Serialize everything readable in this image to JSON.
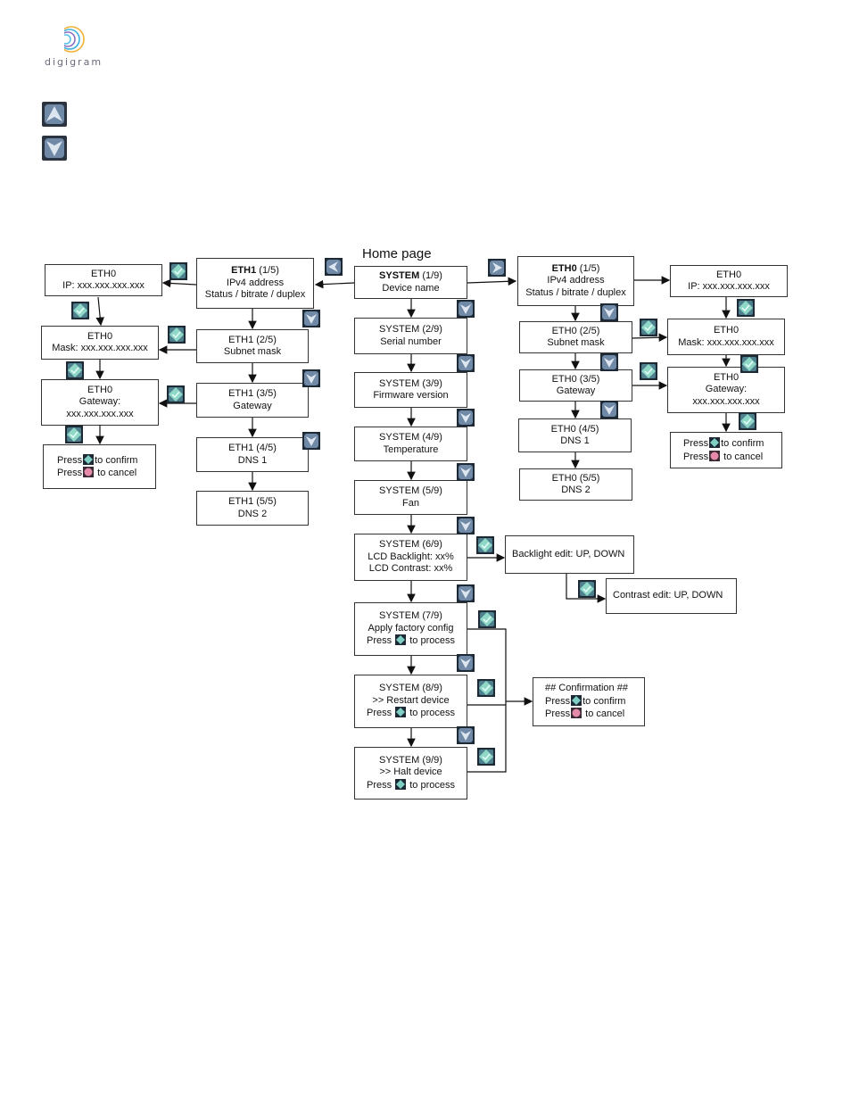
{
  "logo": {
    "text": "digigram",
    "icon": "digigram-logo-icon"
  },
  "legend": {
    "up_icon": "up-key-icon",
    "down_icon": "down-key-icon"
  },
  "diagram": {
    "title": "Home page",
    "icons": {
      "ok": "ok-key-icon",
      "cancel": "cancel-key-icon",
      "left": "left-key-icon",
      "right": "right-key-icon",
      "down": "down-key-icon"
    },
    "system": {
      "s1": {
        "label": "SYSTEM",
        "step": " (1/9)",
        "line2": "Device name"
      },
      "s2": {
        "line1": "SYSTEM (2/9)",
        "line2": "Serial number"
      },
      "s3": {
        "line1": "SYSTEM (3/9)",
        "line2": "Firmware version"
      },
      "s4": {
        "line1": "SYSTEM (4/9)",
        "line2": "Temperature"
      },
      "s5": {
        "line1": "SYSTEM (5/9)",
        "line2": "Fan"
      },
      "s6": {
        "line1": "SYSTEM (6/9)",
        "line2": "LCD Backlight: xx%",
        "line3": "LCD Contrast: xx%"
      },
      "s7": {
        "line1": "SYSTEM (7/9)",
        "line2": "Apply factory config",
        "press": "Press",
        "tail": " to process"
      },
      "s8": {
        "line1": "SYSTEM (8/9)",
        "line2": ">> Restart device",
        "press": "Press",
        "tail": " to process"
      },
      "s9": {
        "line1": "SYSTEM (9/9)",
        "line2": ">> Halt device",
        "press": "Press",
        "tail": " to process"
      }
    },
    "eth1": {
      "e1": {
        "label": "ETH1",
        "step": " (1/5)",
        "line2": "IPv4 address",
        "line3": "Status / bitrate / duplex"
      },
      "e2": {
        "line1": "ETH1 (2/5)",
        "line2": "Subnet mask"
      },
      "e3": {
        "line1": "ETH1 (3/5)",
        "line2": "Gateway"
      },
      "e4": {
        "line1": "ETH1 (4/5)",
        "line2": "DNS 1"
      },
      "e5": {
        "line1": "ETH1 (5/5)",
        "line2": "DNS 2"
      }
    },
    "eth0": {
      "e1": {
        "label": "ETH0",
        "step": " (1/5)",
        "line2": "IPv4 address",
        "line3": "Status / bitrate / duplex"
      },
      "e2": {
        "line1": "ETH0 (2/5)",
        "line2": "Subnet mask"
      },
      "e3": {
        "line1": "ETH0 (3/5)",
        "line2": "Gateway"
      },
      "e4": {
        "line1": "ETH0 (4/5)",
        "line2": "DNS 1"
      },
      "e5": {
        "line1": "ETH0 (5/5)",
        "line2": "DNS 2"
      }
    },
    "left_edit": {
      "ip": {
        "line1": "ETH0",
        "line2": "IP: xxx.xxx.xxx.xxx"
      },
      "mask": {
        "line1": "ETH0",
        "line2": "Mask: xxx.xxx.xxx.xxx"
      },
      "gw": {
        "line1": "ETH0",
        "line2": "Gateway:",
        "line3": "xxx.xxx.xxx.xxx"
      },
      "confirm": {
        "press1": "Press",
        "tail1": "to confirm",
        "press2": "Press",
        "tail2": " to cancel"
      }
    },
    "right_edit": {
      "ip": {
        "line1": "ETH0",
        "line2": "IP: xxx.xxx.xxx.xxx"
      },
      "mask": {
        "line1": "ETH0",
        "line2": "Mask: xxx.xxx.xxx.xxx"
      },
      "gw": {
        "line1": "ETH0",
        "line2": "Gateway:",
        "line3": "xxx.xxx.xxx.xxx"
      },
      "confirm": {
        "press1": "Press",
        "tail1": "to confirm",
        "press2": "Press",
        "tail2": " to cancel"
      }
    },
    "backlight": "Backlight edit: UP, DOWN",
    "contrast": "Contrast edit: UP, DOWN",
    "confirmation": {
      "line1": "##  Confirmation  ##",
      "press1": "Press",
      "tail1": "to confirm",
      "press2": "Press",
      "tail2": " to cancel"
    }
  }
}
